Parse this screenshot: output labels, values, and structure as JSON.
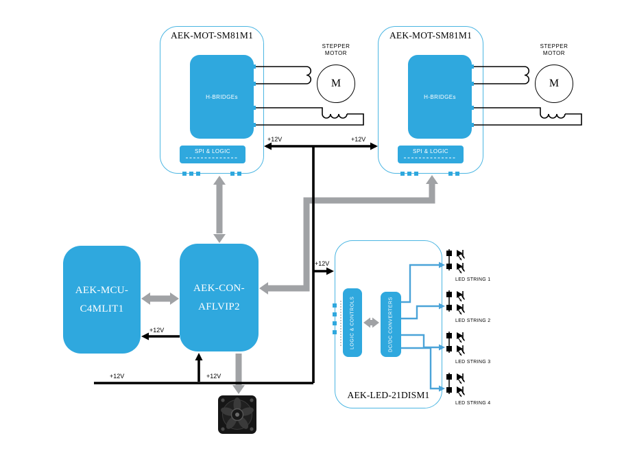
{
  "colors": {
    "block_blue": "#2fa8de",
    "board_border_blue": "#4ab5e2",
    "arrow_gray": "#a0a2a5",
    "wire_black": "#000000",
    "led_arrow_blue": "#4aa3d8"
  },
  "boards": {
    "motor1": {
      "title": "AEK-MOT-SM81M1",
      "hbridge": "H-BRIDGEs",
      "spi": "SPI & LOGIC"
    },
    "motor2": {
      "title": "AEK-MOT-SM81M1",
      "hbridge": "H-BRIDGEs",
      "spi": "SPI & LOGIC"
    },
    "mcu": {
      "line1": "AEK-MCU-",
      "line2": "C4MLIT1"
    },
    "con": {
      "line1": "AEK-CON-",
      "line2": "AFLVIP2"
    },
    "led": {
      "title": "AEK-LED-21DISM1",
      "logic": "LOGIC & CONTROLS",
      "dcdc": "DC/DC CONVERTERS"
    }
  },
  "motor": {
    "label1": "STEPPER",
    "label2": "MOTOR",
    "symbol": "M"
  },
  "led_strings": [
    "LED STRING 1",
    "LED STRING 2",
    "LED STRING 3",
    "LED STRING 4"
  ],
  "power": {
    "label": "+12V"
  }
}
